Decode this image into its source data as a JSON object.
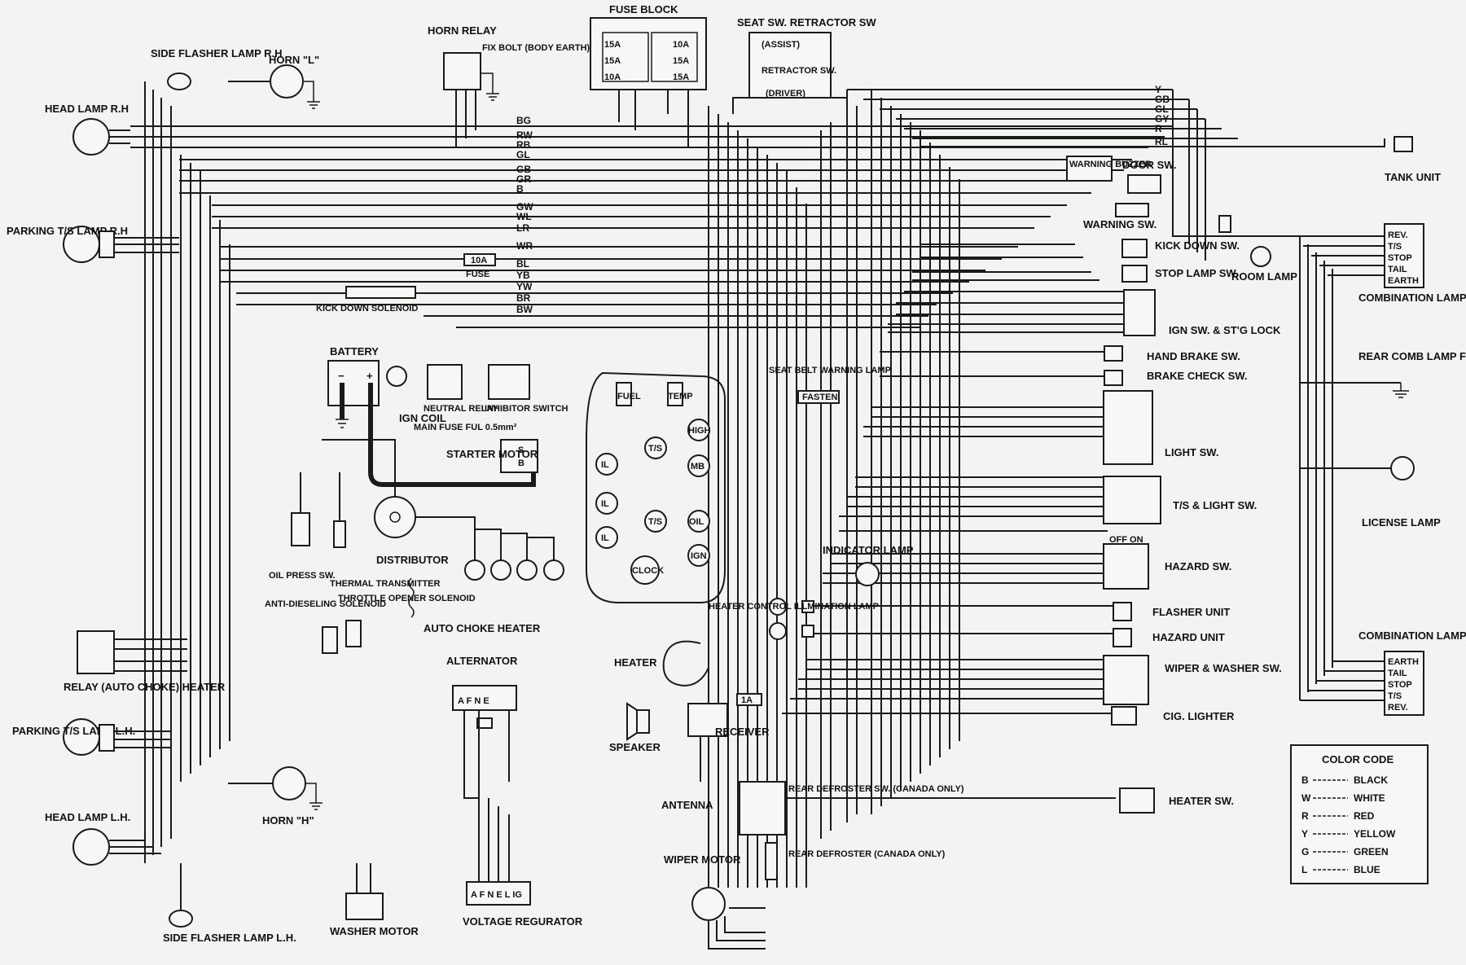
{
  "labels": {
    "fuse_block": "FUSE BLOCK",
    "seat_sw_retractor": "SEAT SW. RETRACTOR SW",
    "assist": "(ASSIST)",
    "retractor_sw": "RETRACTOR SW.",
    "driver": "(DRIVER)",
    "horn_relay": "HORN RELAY",
    "fix_bolt": "FIX BOLT (BODY EARTH)",
    "side_flasher_rh": "SIDE FLASHER LAMP R.H",
    "horn_l": "HORN \"L\"",
    "head_lamp_rh": "HEAD LAMP R.H",
    "parking_rh": "PARKING T/S LAMP R.H",
    "kick_down_solenoid": "KICK DOWN SOLENOID",
    "battery": "BATTERY",
    "ign_coil": "IGN COIL",
    "neutral_relay": "NEUTRAL RELAY",
    "inhibitor_switch": "INHIBITOR SWITCH",
    "main_fuse": "MAIN FUSE FUL 0.5mm²",
    "starter_motor": "STARTER MOTOR",
    "fuse_10a": "10A",
    "fuse": "FUSE",
    "oil_press_sw": "OIL PRESS SW.",
    "thermal_transmitter": "THERMAL TRANSMITTER",
    "distributor": "DISTRIBUTOR",
    "anti_dieseling": "ANTI-DIESELING SOLENOID",
    "throttle_opener": "THROTTLE OPENER SOLENOID",
    "auto_choke_heater": "AUTO CHOKE HEATER",
    "alternator": "ALTERNATOR",
    "relay_auto_choke": "RELAY (AUTO CHOKE) HEATER",
    "parking_lh": "PARKING T/S LAMP L.H.",
    "head_lamp_lh": "HEAD LAMP L.H.",
    "horn_h": "HORN \"H\"",
    "side_flasher_lh": "SIDE FLASHER LAMP L.H.",
    "washer_motor": "WASHER MOTOR",
    "voltage_regulator": "VOLTAGE REGURATOR",
    "seat_belt_warning": "SEAT BELT WARNING LAMP",
    "fasten": "FASTEN",
    "indicator_lamp": "INDICATOR LAMP",
    "heater_control": "HEATER CONTROL ILLMINATION LAMP",
    "heater": "HEATER",
    "fuse_1a": "1A",
    "receiver": "RECEIVER",
    "speaker": "SPEAKER",
    "antenna": "ANTENNA",
    "rear_defroster_sw": "REAR DEFROSTER SW. (CANADA ONLY)",
    "rear_defroster": "REAR DEFROSTER (CANADA ONLY)",
    "wiper_motor": "WIPER MOTOR",
    "warning_buzzer": "WARNING BUZZER",
    "door_sw": "DOOR SW.",
    "warning_sw": "WARNING SW.",
    "kick_down_sw": "KICK DOWN SW.",
    "stop_lamp_sw": "STOP LAMP SW.",
    "room_lamp": "ROOM LAMP",
    "ign_sw": "IGN SW. & ST'G LOCK",
    "hand_brake_sw": "HAND BRAKE SW.",
    "brake_check_sw": "BRAKE CHECK SW.",
    "light_sw": "LIGHT SW.",
    "ts_light_sw": "T/S & LIGHT SW.",
    "off_on": "OFF ON",
    "hazard_sw": "HAZARD SW.",
    "flasher_unit": "FLASHER UNIT",
    "hazard_unit": "HAZARD UNIT",
    "wiper_washer_sw": "WIPER & WASHER SW.",
    "cig_lighter": "CIG. LIGHTER",
    "heater_sw": "HEATER SW.",
    "tank_unit": "TANK UNIT",
    "combination_rh": "COMBINATION LAMP R.H.",
    "rear_comb_fix_bolt": "REAR COMB LAMP FIX BOLT",
    "license_lamp": "LICENSE LAMP",
    "combination_lh": "COMBINATION LAMP L.H."
  },
  "combination_rh_terminals": [
    "REV.",
    "T/S",
    "STOP",
    "TAIL",
    "EARTH"
  ],
  "combination_lh_terminals": [
    "EARTH",
    "TAIL",
    "STOP",
    "T/S",
    "REV."
  ],
  "fuse_block_fuses": [
    "15A",
    "15A",
    "10A",
    "10A",
    "15A",
    "15A"
  ],
  "gauges": [
    "FUEL",
    "TEMP",
    "IL",
    "IL",
    "IL",
    "T/S",
    "T/S",
    "HIGH",
    "MB",
    "OIL",
    "IGN",
    "CLOCK"
  ],
  "wire_codes_main_right": [
    "Y",
    "GB",
    "GL",
    "GY",
    "R",
    "RL"
  ],
  "wire_codes_left_top": [
    "BG",
    "RW",
    "RB",
    "GL",
    "GB",
    "GR",
    "B",
    "GW",
    "WL",
    "LR",
    "WR",
    "BL",
    "YB",
    "YW",
    "BR",
    "BW"
  ],
  "alt_terminals": "A  F  N  E",
  "vr_terminals": "A F N E L IG",
  "color_code": {
    "title": "COLOR CODE",
    "entries": [
      {
        "code": "B",
        "name": "BLACK"
      },
      {
        "code": "W",
        "name": "WHITE"
      },
      {
        "code": "R",
        "name": "RED"
      },
      {
        "code": "Y",
        "name": "YELLOW"
      },
      {
        "code": "G",
        "name": "GREEN"
      },
      {
        "code": "L",
        "name": "BLUE"
      }
    ]
  }
}
